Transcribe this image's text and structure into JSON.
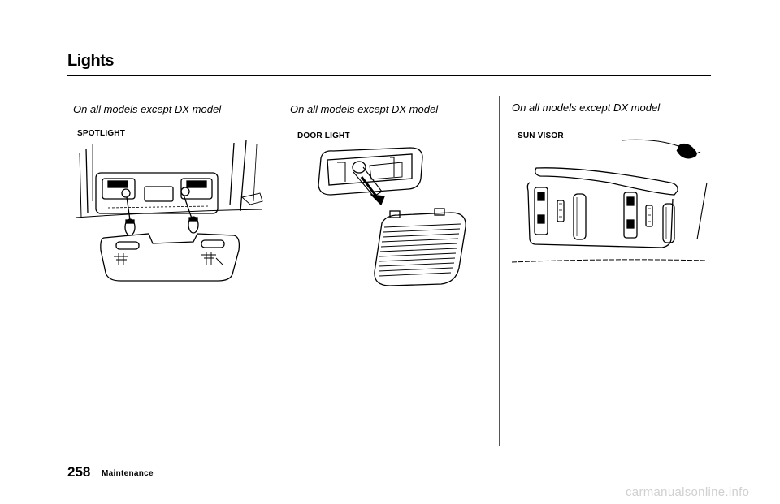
{
  "page": {
    "title": "Lights",
    "page_number": "258",
    "section": "Maintenance",
    "watermark": "carmanualsonline.info"
  },
  "columns": [
    {
      "caption": "On  all models except DX model",
      "label": "SPOTLIGHT"
    },
    {
      "caption": "On  all models  except DX model",
      "label": "DOOR LIGHT"
    },
    {
      "caption": "On  all models  except DX model",
      "label": "SUN  VISOR"
    }
  ]
}
